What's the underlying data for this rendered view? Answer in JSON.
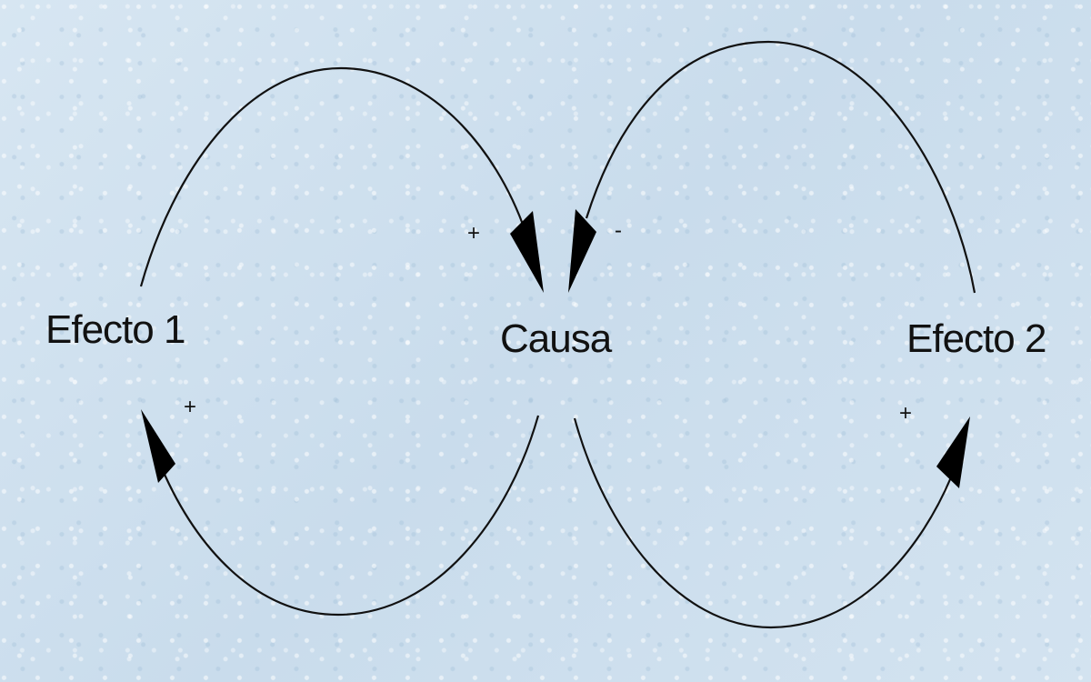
{
  "diagram": {
    "nodes": {
      "efecto1": "Efecto 1",
      "causa": "Causa",
      "efecto2": "Efecto 2"
    },
    "links": [
      {
        "from": "Efecto 1",
        "to": "Causa",
        "polarity": "+"
      },
      {
        "from": "Efecto 2",
        "to": "Causa",
        "polarity": "-"
      },
      {
        "from": "Causa",
        "to": "Efecto 1",
        "polarity": "+"
      },
      {
        "from": "Causa",
        "to": "Efecto 2",
        "polarity": "+"
      }
    ]
  }
}
